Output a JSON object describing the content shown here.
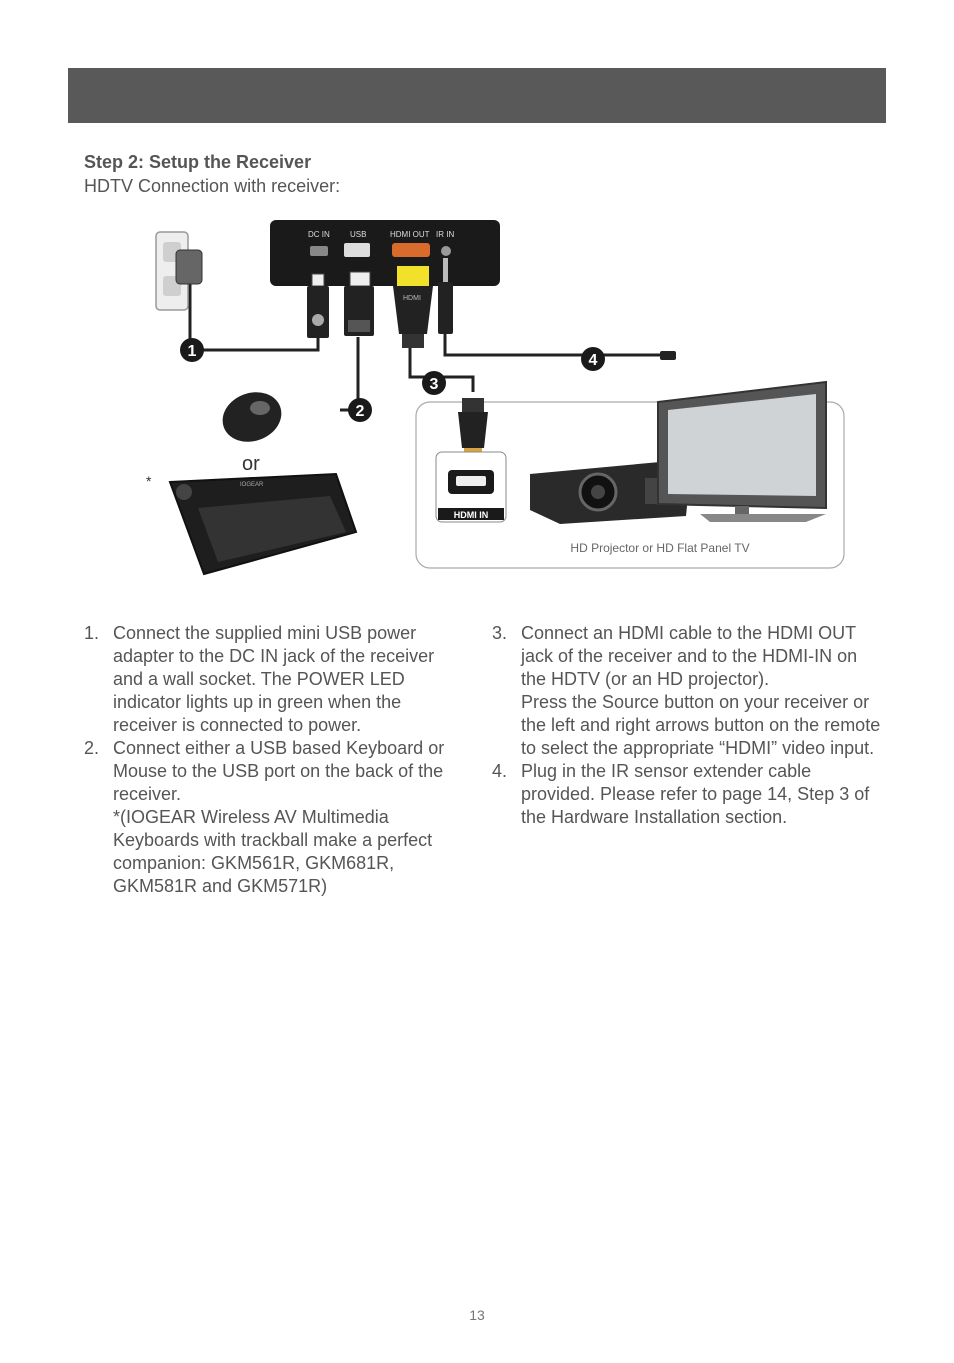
{
  "step": {
    "title": "Step 2: Setup the Receiver",
    "subtitle": "HDTV Connection with receiver:"
  },
  "diagram": {
    "port_labels": [
      "DC IN",
      "USB",
      "HDMI OUT",
      "IR IN"
    ],
    "plug_label": "HDMI",
    "callouts": [
      "1",
      "2",
      "3",
      "4"
    ],
    "or_text": "or",
    "asterisk": "*",
    "keyboard_brand": "IOGEAR",
    "hdmi_in_label": "HDMI IN",
    "caption": "HD Projector or HD Flat Panel TV"
  },
  "instructions": {
    "left": [
      {
        "number": "1.",
        "text": "Connect the supplied mini USB power adapter to the DC IN jack of the receiver and a wall socket. The POWER LED indicator lights up in green when the receiver is connected to power."
      },
      {
        "number": "2.",
        "text": "Connect either a USB based Keyboard or Mouse to the USB port on the back of the receiver.",
        "note": "*(IOGEAR Wireless AV Multimedia Keyboards with trackball make a perfect companion: GKM561R, GKM681R, GKM581R and GKM571R)"
      }
    ],
    "right": [
      {
        "number": "3.",
        "text": "Connect an HDMI cable to the HDMI OUT jack of the receiver and to the HDMI-IN on the HDTV (or an HD projector).",
        "note": "Press the Source button on your receiver or the left and right arrows button on the remote to select the appropriate “HDMI” video input."
      },
      {
        "number": "4.",
        "text": "Plug in the IR sensor extender cable provided. Please refer to page 14, Step 3 of the Hardware Installation section."
      }
    ]
  },
  "page_number": "13"
}
